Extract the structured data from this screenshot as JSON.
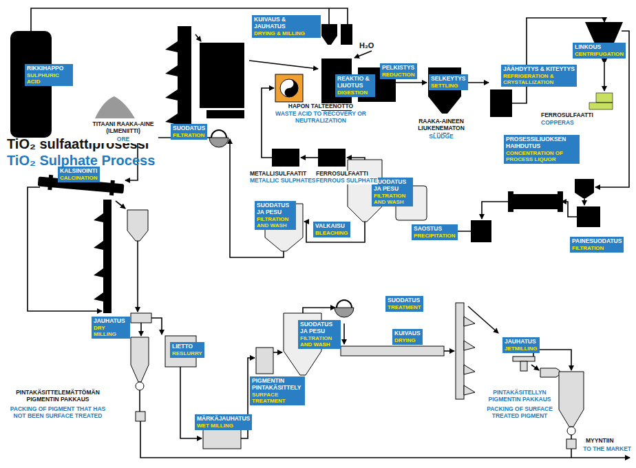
{
  "diagram": {
    "title": "TiO₂ sulfaattiprosessi",
    "nodes": [
      {
        "text": [
          "RIKKIHAPPO",
          "SULPHURIC ACID"
        ]
      },
      {
        "text": [
          "KUIVAUS & JAUHATUS",
          "DRYING & MILLING"
        ]
      },
      {
        "text": [
          "REAKTIO & LIUOTUS",
          "DIGESTION"
        ]
      },
      {
        "text": [
          "PELKISTYS",
          "REDUCTION"
        ]
      },
      {
        "text": [
          "SELKEYTYS",
          "SETTLING"
        ]
      },
      {
        "text": [
          "JÄÄHDYTYS & KITEYTYS",
          "REFRIGERATION & CRYSTALLIZATION"
        ]
      },
      {
        "text": [
          "LINKOUS",
          "CENTRIFUGATION"
        ]
      },
      {
        "text": [
          "SUODATUS",
          "FILTRATION"
        ]
      },
      {
        "text": [
          "PROSESSILIUOKSEN HAIHDUTUS",
          "CONCENTRATION OF PROCESS LIQUOR"
        ]
      },
      {
        "text": [
          "SUODATUS JA PESU",
          "FILTRATION AND WASH"
        ]
      },
      {
        "text": [
          "SUODATUS JA PESU",
          "FILTRATION AND WASH"
        ]
      },
      {
        "text": [
          "KALSINOINTI",
          "CALCINATION"
        ]
      },
      {
        "text": [
          "VALKAISU",
          "BLEACHING"
        ]
      },
      {
        "text": [
          "SAOSTUS",
          "PRECIPITATION"
        ]
      },
      {
        "text": [
          "PAINESUODATUS",
          "FILTRATION"
        ]
      },
      {
        "text": [
          "SUODATUS",
          "TREATMENT"
        ]
      },
      {
        "text": [
          "JAUHATUS",
          "DRY MILLING"
        ]
      },
      {
        "text": [
          "LIETTO",
          "RESLURRY"
        ]
      },
      {
        "text": [
          "SUODATUS JA PESU",
          "FILTRATION AND WASH"
        ]
      },
      {
        "text": [
          "KUIVAUS",
          "DRYING"
        ]
      },
      {
        "text": [
          "JAUHATUS",
          "JETMILLING"
        ]
      },
      {
        "text": [
          "PIGMENTIN PINTAKÄSITTELY",
          "SURFACE TREATMENT"
        ]
      },
      {
        "text": [
          "MÄRKÄJAUHATUS",
          "WET MILLING"
        ]
      }
    ],
    "labels": [
      "TiO₂ Sulphate Process",
      "H₂O",
      "TITAANI RAAKA-AINE (ILMENIITTI)",
      "ORE",
      "HAPON TALTEENOTTO",
      "WASTE ACID TO RECOVERY OR NEUTRALIZATION",
      "RAAKA-AINEEN LIUKENEMATON AINES",
      "SLUDGE",
      "FERROSULFAATTI",
      "COPPERAS",
      "METALLISULFAATIT",
      "METALLIC SULPHATES",
      "FERROSULFAATTI",
      "FERROUS SULPHATE",
      "PINTAKÄSITTELEMÄTTÖMÄN PIGMENTIN PAKKAUS",
      "PACKING OF PIGMENT THAT HAS NOT BEEN SURFACE TREATED",
      "PINTAKÄSITELLYN PIGMENTIN PAKKAUS",
      "PACKING OF SURFACE TREATED PIGMENT",
      "MYYNTIIN",
      "TO THE MARKET"
    ]
  }
}
